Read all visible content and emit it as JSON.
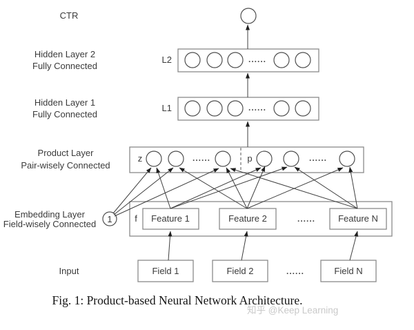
{
  "figure": {
    "caption": "Fig. 1: Product-based Neural Network Architecture.",
    "watermark": "知乎 @Keep Learning"
  },
  "ellipsis": "......",
  "layers": {
    "output": {
      "label": "CTR"
    },
    "hidden2": {
      "label_line1": "Hidden Layer 2",
      "label_line2": "Fully Connected",
      "tag": "L2"
    },
    "hidden1": {
      "label_line1": "Hidden Layer 1",
      "label_line2": "Fully Connected",
      "tag": "L1"
    },
    "product": {
      "label_line1": "Product Layer",
      "label_line2": "Pair-wisely Connected",
      "z_tag": "z",
      "p_tag": "p"
    },
    "embedding": {
      "label_line1": "Embedding Layer",
      "label_line2": "Field-wisely Connected",
      "one_tag": "1",
      "f_tag": "f",
      "features": [
        "Feature 1",
        "Feature 2",
        "Feature N"
      ]
    },
    "input": {
      "label": "Input",
      "fields": [
        "Field 1",
        "Field 2",
        "Field N"
      ]
    }
  },
  "colors": {
    "stroke_box": "#8a8a8a",
    "stroke_node": "#4f4f4f",
    "stroke_wire": "#3f3f3f",
    "text": "#3a3a3a",
    "watermark": "#c9c9c9",
    "background": "#ffffff"
  }
}
